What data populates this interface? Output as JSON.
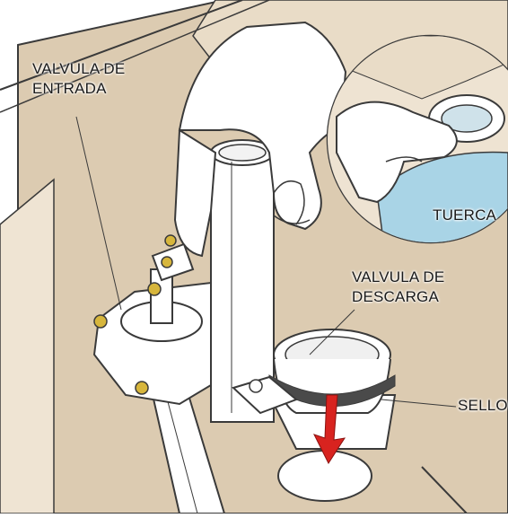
{
  "labels": {
    "valvula_entrada_line1": "VALVULA DE",
    "valvula_entrada_line2": "ENTRADA",
    "tuerca": "TUERCA",
    "valvula_descarga_line1": "VALVULA DE",
    "valvula_descarga_line2": "DESCARGA",
    "sello": "SELLO"
  },
  "colors": {
    "tank_interior": "#d9c8ae",
    "tank_wall": "#e9dcc7",
    "outline": "#3a3a3a",
    "skin": "#ffffff",
    "water": "#a9d4e6",
    "screws": "#d7b63c",
    "arrow": "#d8231f",
    "seal": "#4a4a4a"
  }
}
